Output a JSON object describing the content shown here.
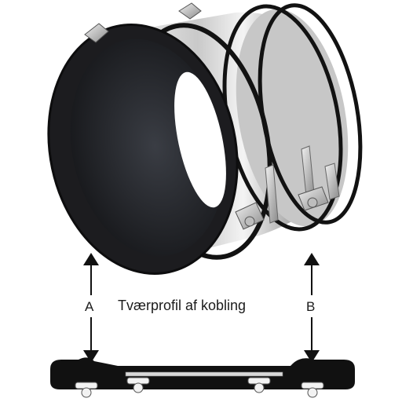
{
  "diagram": {
    "caption": "Tværprofil af kobling",
    "dimension_a": "A",
    "dimension_b": "B"
  },
  "colors": {
    "rubber": "#1c1c1f",
    "rubber_inner": "#24262b",
    "steel_light": "#e6e6e6",
    "steel_dark": "#8f8f90",
    "arrow": "#111111",
    "text": "#1b1b1b"
  }
}
